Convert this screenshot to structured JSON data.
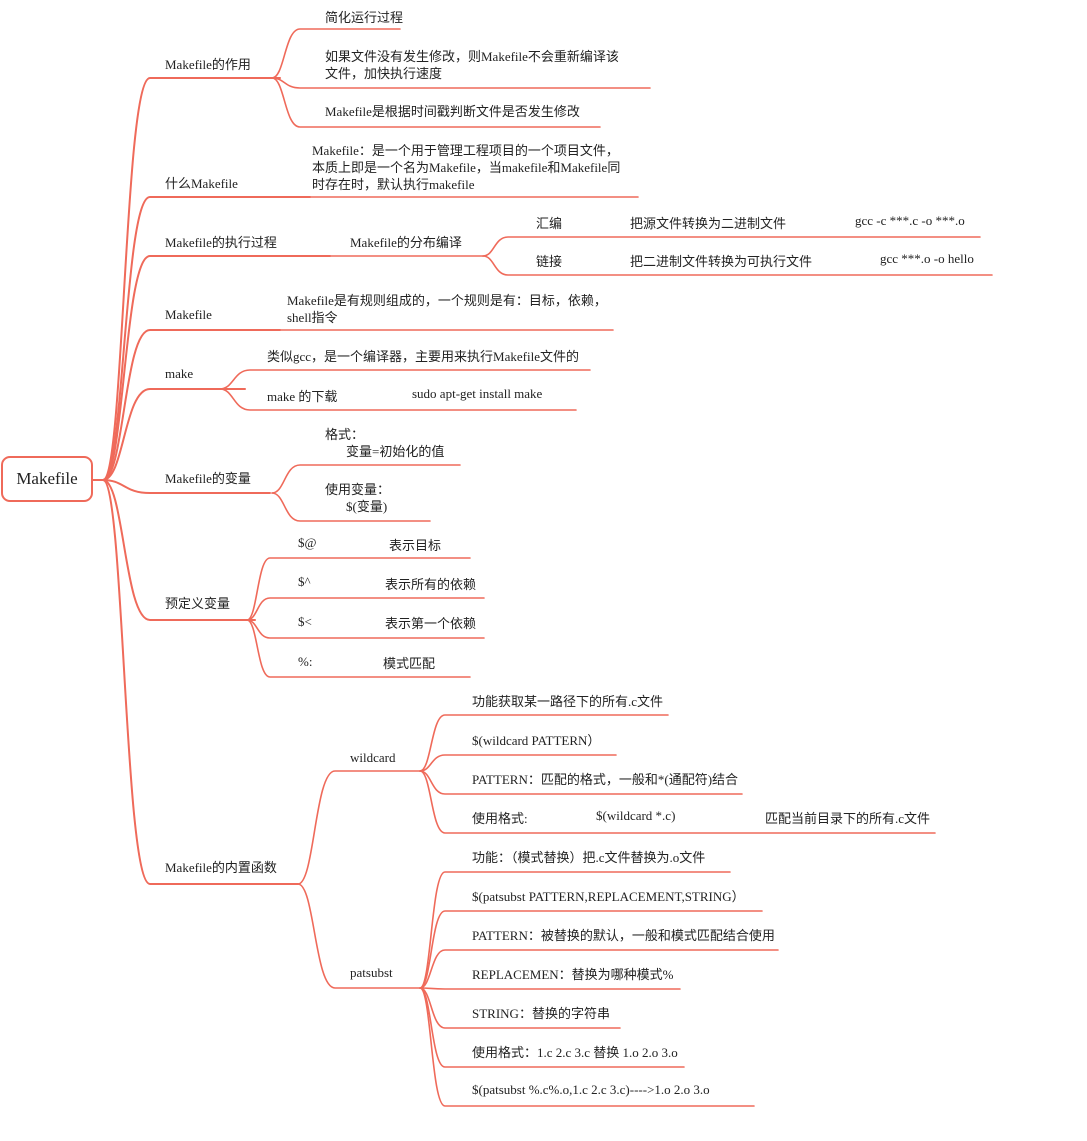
{
  "colors": {
    "branch": "#ef6a5a",
    "text": "#222222",
    "background": "#ffffff"
  },
  "root": "Makefile",
  "purpose": {
    "label": "Makefile的作用",
    "items": [
      "简化运行过程",
      "如果文件没有发生修改，则Makefile不会重新编译该文件，加快执行速度",
      "Makefile是根据时间戳判断文件是否发生修改"
    ]
  },
  "what": {
    "label": "什么Makefile",
    "desc": "Makefile：是一个用于管理工程项目的一个项目文件，本质上即是一个名为Makefile，当makefile和Makefile同时存在时，默认执行makefile"
  },
  "exec": {
    "label": "Makefile的执行过程",
    "sub": "Makefile的分布编译",
    "steps": [
      {
        "name": "汇编",
        "desc": "把源文件转换为二进制文件",
        "cmd": "gcc -c ***.c -o ***.o"
      },
      {
        "name": "链接",
        "desc": "把二进制文件转换为可执行文件",
        "cmd": "gcc ***.o -o hello"
      }
    ]
  },
  "rule": {
    "label": "Makefile",
    "desc": "Makefile是有规则组成的，一个规则是有：目标，依赖，shell指令"
  },
  "make": {
    "label": "make",
    "desc": "类似gcc，是一个编译器，主要用来执行Makefile文件的",
    "download": "make 的下载",
    "install": "sudo apt-get install make"
  },
  "vars": {
    "label": "Makefile的变量",
    "format_title": "格式：",
    "format_value": "变量=初始化的值",
    "use_title": "使用变量：",
    "use_value": "$(变量)"
  },
  "predef": {
    "label": "预定义变量",
    "items": [
      {
        "sym": "$@",
        "desc": "表示目标"
      },
      {
        "sym": "$^",
        "desc": "表示所有的依赖"
      },
      {
        "sym": "$<",
        "desc": "表示第一个依赖"
      },
      {
        "sym": "%:",
        "desc": "模式匹配"
      }
    ]
  },
  "builtin": {
    "label": "Makefile的内置函数",
    "wildcard": {
      "name": "wildcard",
      "items": [
        "功能获取某一路径下的所有.c文件",
        "$(wildcard PATTERN）",
        "PATTERN：匹配的格式，一般和*(通配符)结合"
      ],
      "usage_label": "使用格式:",
      "usage_code": "$(wildcard *.c)",
      "usage_desc": "匹配当前目录下的所有.c文件"
    },
    "patsubst": {
      "name": "patsubst",
      "items": [
        "功能：（模式替换）把.c文件替换为.o文件",
        "$(patsubst PATTERN,REPLACEMENT,STRING）",
        "PATTERN：被替换的默认，一般和模式匹配结合使用",
        "REPLACEMEN：替换为哪种模式%",
        "STRING：替换的字符串",
        "使用格式：1.c 2.c 3.c 替换 1.o 2.o 3.o",
        "$(patsubst %.c%.o,1.c 2.c 3.c)---->1.o 2.o 3.o"
      ]
    }
  }
}
